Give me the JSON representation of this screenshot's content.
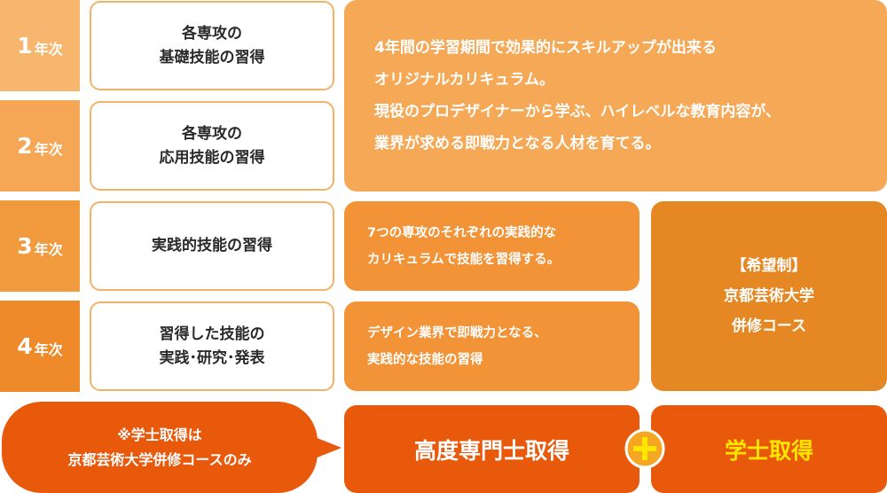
{
  "colors": {
    "year1": "#f7b66e",
    "year2": "#f5a755",
    "year3": "#f29b3e",
    "year4": "#ee8a2a",
    "skill_border": "#f5b169",
    "panel_light": "#f5a855",
    "panel_mid": "#f19336",
    "panel_deep": "#e58722",
    "bottom": "#e8590c",
    "yellow_text": "#ffe600",
    "plus_circle": "#f5a623"
  },
  "years": [
    {
      "num": "1",
      "suffix": "年次"
    },
    {
      "num": "2",
      "suffix": "年次"
    },
    {
      "num": "3",
      "suffix": "年次"
    },
    {
      "num": "4",
      "suffix": "年次"
    }
  ],
  "skills": [
    {
      "line1": "各専攻の",
      "line2": "基礎技能の習得"
    },
    {
      "line1": "各専攻の",
      "line2": "応用技能の習得"
    },
    {
      "line1": "実践的技能の習得",
      "line2": ""
    },
    {
      "line1": "習得した技能の",
      "line2": "実践･研究･発表"
    }
  ],
  "top_panel": {
    "lines": [
      "4年間の学習期間で効果的にスキルアップが出来る",
      "オリジナルカリキュラム。",
      "現役のプロデザイナーから学ぶ、ハイレベルな教育内容が、",
      "業界が求める即戦力となる人材を育てる。"
    ]
  },
  "year3_panel": {
    "lines": [
      "7つの専攻のそれぞれの実践的な",
      "カリキュラムで技能を習得する。"
    ]
  },
  "year4_panel": {
    "lines": [
      "デザイン業界で即戦力となる、",
      "実践的な技能の習得"
    ]
  },
  "optional_panel": {
    "heading": "【希望制】",
    "line1": "京都芸術大学",
    "line2": "併修コース"
  },
  "bubble": {
    "line1": "※学士取得は",
    "line2": "京都芸術大学併修コースのみ"
  },
  "outcome_main": "高度専門士取得",
  "outcome_plus_icon": "plus-icon",
  "outcome_extra": "学士取得"
}
